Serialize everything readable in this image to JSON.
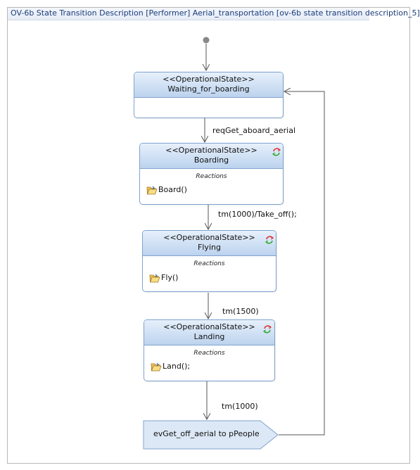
{
  "diagram": {
    "title": "OV-6b State Transition Description [Performer] Aerial_transportation [ov-6b state transition description_5]"
  },
  "states": [
    {
      "stereotype": "<<OperationalState>>",
      "name": "Waiting_for_boarding"
    },
    {
      "stereotype": "<<OperationalState>>",
      "name": "Boarding",
      "reactions_label": "Reactions",
      "reaction": "Board()"
    },
    {
      "stereotype": "<<OperationalState>>",
      "name": "Flying",
      "reactions_label": "Reactions",
      "reaction": "Fly()"
    },
    {
      "stereotype": "<<OperationalState>>",
      "name": "Landing",
      "reactions_label": "Reactions",
      "reaction": "Land();"
    }
  ],
  "transitions": [
    {
      "label": "reqGet_aboard_aerial"
    },
    {
      "label": "tm(1000)/Take_off();"
    },
    {
      "label": "tm(1500)"
    },
    {
      "label": "tm(1000)"
    }
  ],
  "send_action": {
    "label": "evGet_off_aerial to pPeople"
  },
  "colors": {
    "state_border": "#7fa3cf",
    "header_top": "#e7f0fb",
    "header_bottom": "#bcd3ee",
    "line": "#555555"
  },
  "icons": {
    "reaction": "folder-open-icon",
    "activity": "cycle-arrows-icon",
    "initial": "initial-node-icon"
  }
}
